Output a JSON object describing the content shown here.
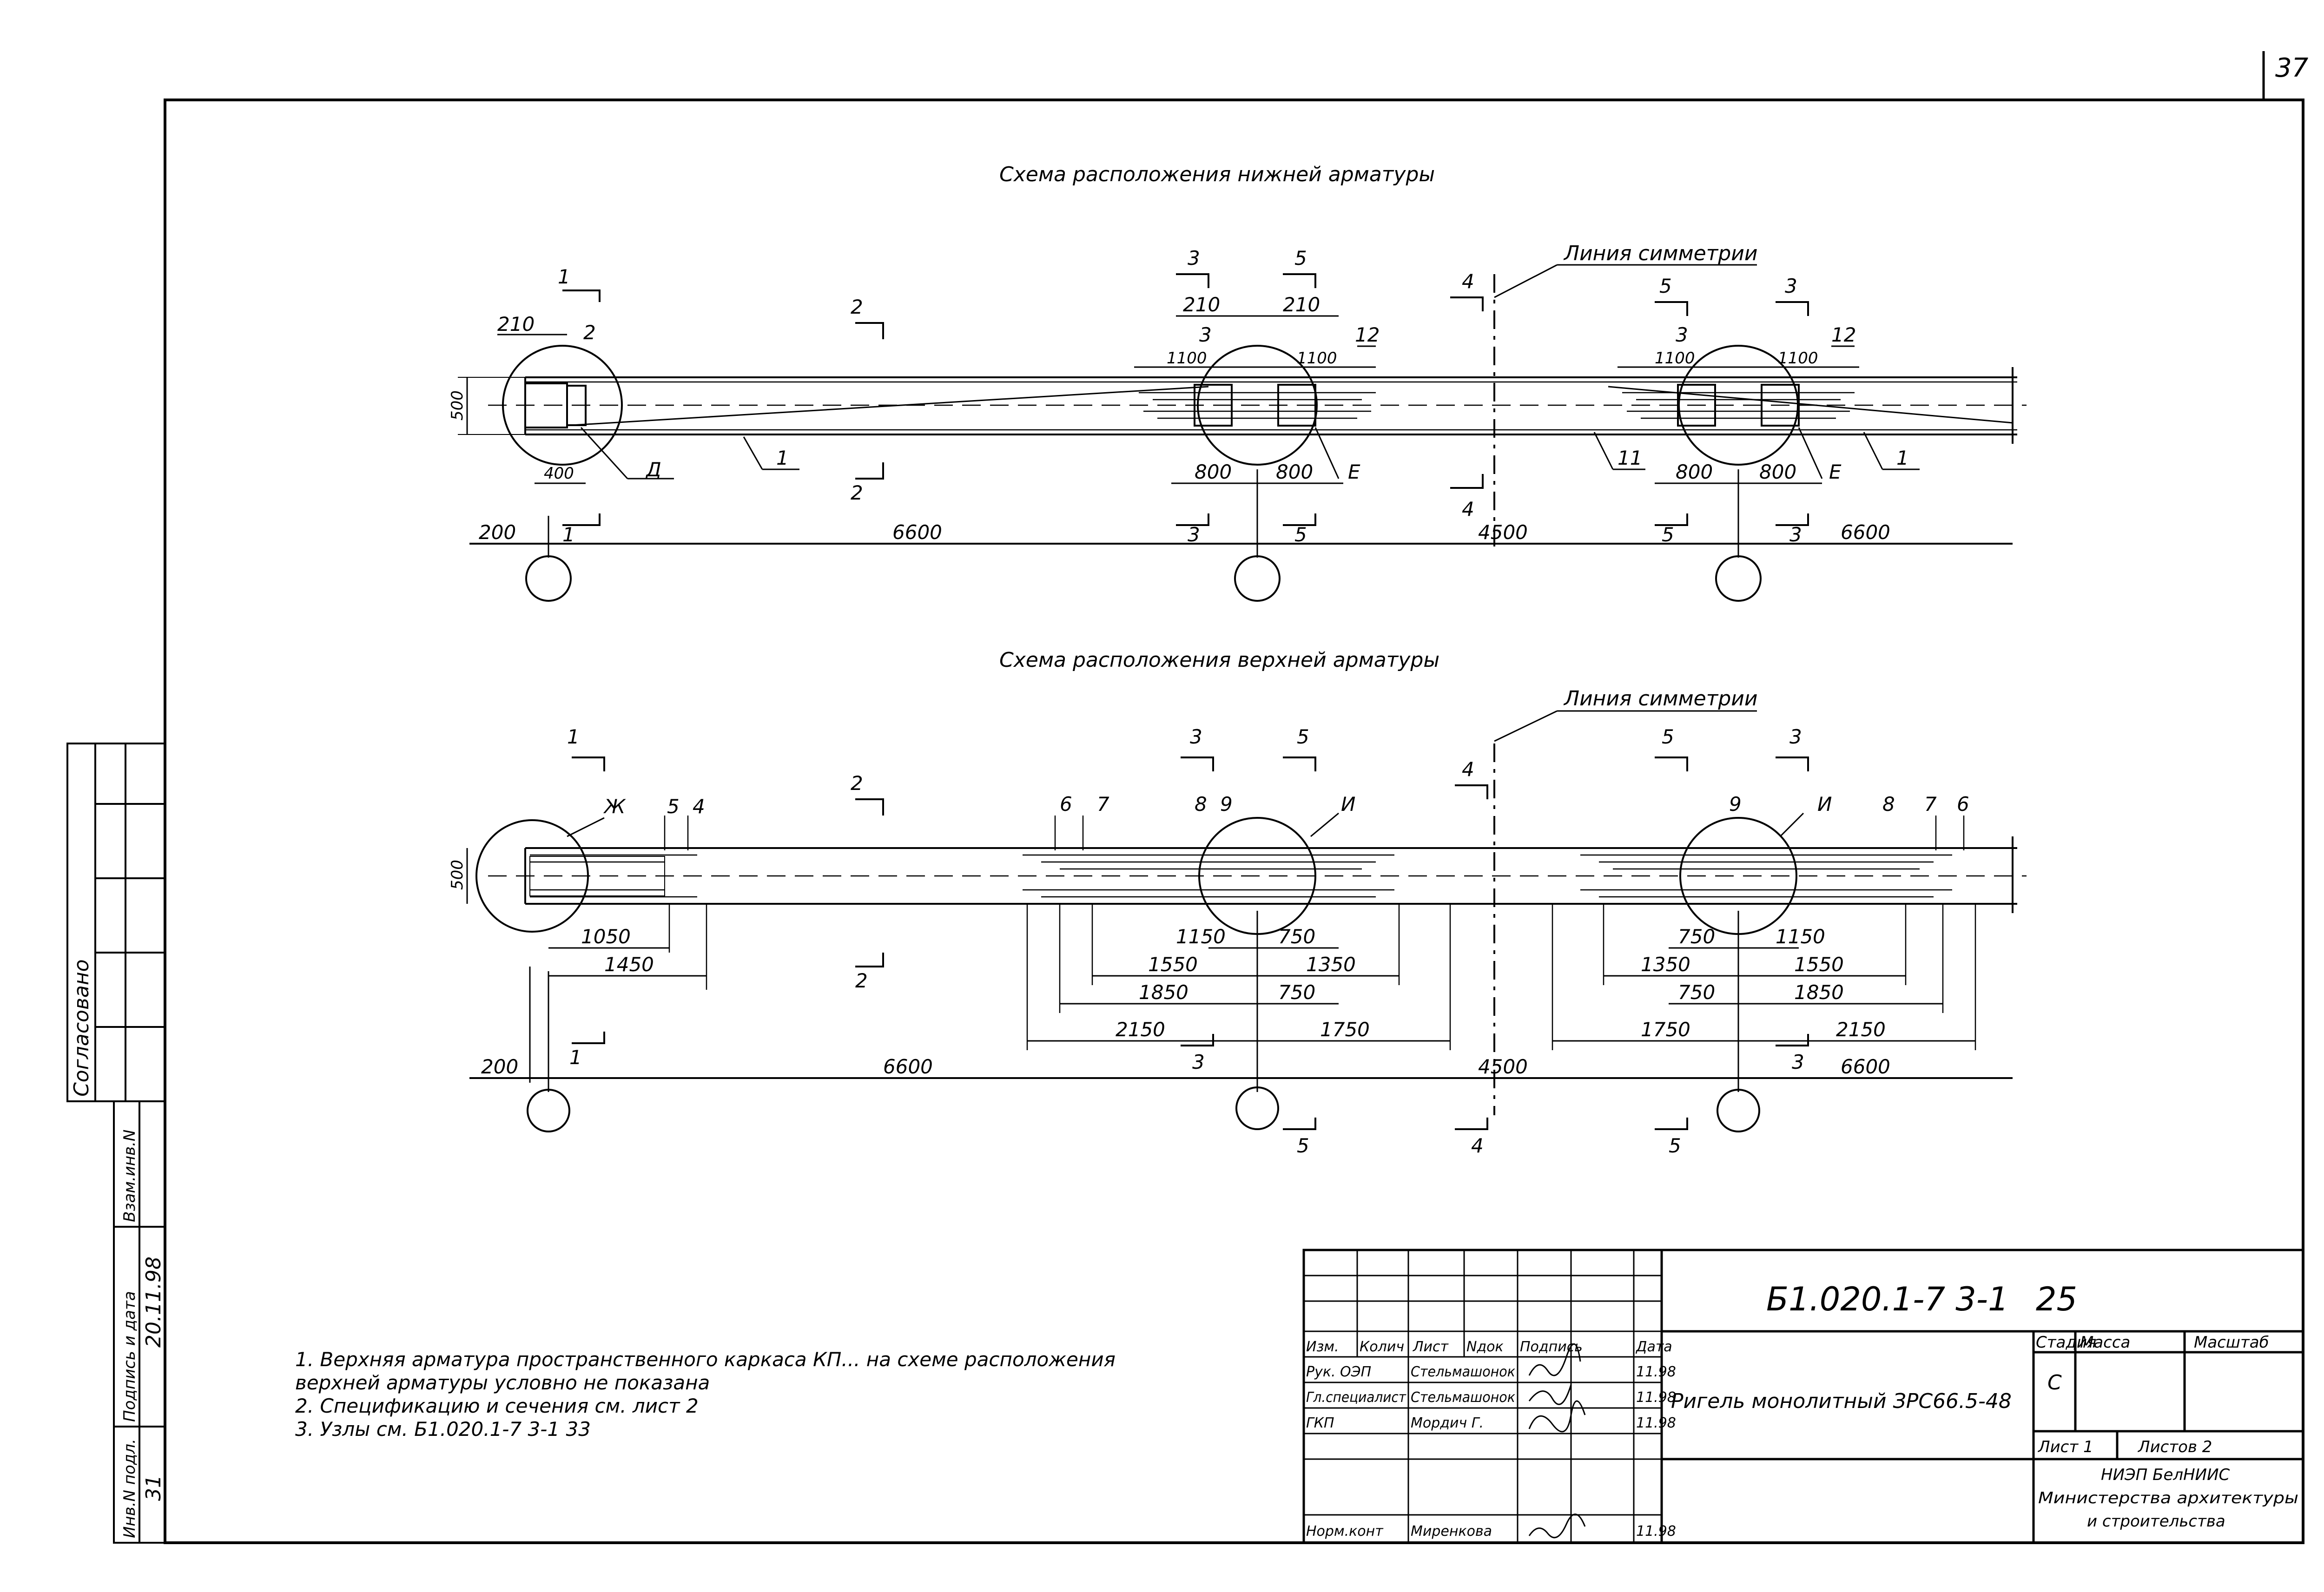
{
  "page_number": "37",
  "lower_scheme": {
    "title": "Схема расположения нижней арматуры",
    "symmetry_label": "Линия симметрии",
    "cut_labels": [
      "1",
      "1",
      "2",
      "2",
      "3",
      "3",
      "5",
      "5",
      "4",
      "4",
      "5",
      "5",
      "3",
      "3"
    ],
    "dims": {
      "d210a": "210",
      "d500": "500",
      "d400": "400",
      "d200": "200",
      "d6600a": "6600",
      "d210b": "210",
      "d210c": "210",
      "d1100a": "1100",
      "d1100b": "1100",
      "d800a": "800",
      "d800b": "800",
      "d4500": "4500",
      "d1100c": "1100",
      "d1100d": "1100",
      "d800c": "800",
      "d800d": "800",
      "d6600b": "6600"
    },
    "callouts": {
      "p2": "2",
      "p1a": "1",
      "pD": "Д",
      "p3a": "3",
      "p12a": "12",
      "pEa": "Е",
      "p3b": "3",
      "p12b": "12",
      "p11": "11",
      "pEb": "Е",
      "p1b": "1"
    }
  },
  "upper_scheme": {
    "title": "Схема расположения верхней арматуры",
    "symmetry_label": "Линия симметрии",
    "cut_labels": [
      "1",
      "1",
      "2",
      "2",
      "3",
      "3",
      "5",
      "5",
      "4",
      "4",
      "5",
      "5",
      "3",
      "3"
    ],
    "dims": {
      "d500": "500",
      "d1050": "1050",
      "d1450": "1450",
      "d200": "200",
      "d6600a": "6600",
      "d1150a": "1150",
      "d750a": "750",
      "d1550a": "1550",
      "d1350a": "1350",
      "d1850a": "1850",
      "d750b": "750",
      "d2150a": "2150",
      "d1750a": "1750",
      "d4500": "4500",
      "d750c": "750",
      "d1150b": "1150",
      "d1350b": "1350",
      "d1550b": "1550",
      "d750d": "750",
      "d1850b": "1850",
      "d1750b": "1750",
      "d2150b": "2150",
      "d6600b": "6600"
    },
    "callouts": {
      "pZh": "Ж",
      "p5": "5",
      "p4": "4",
      "p6a": "6",
      "p7a": "7",
      "p8a": "8",
      "p9a": "9",
      "pIa": "И",
      "p9b": "9",
      "pIb": "И",
      "p8b": "8",
      "p7b": "7",
      "p6b": "6"
    }
  },
  "notes": [
    "1. Верхняя арматура пространственного каркаса КП... на схеме расположения",
    "верхней арматуры условно не показана",
    "2. Спецификацию и сечения см. лист 2",
    "3. Узлы см. Б1.020.1-7 3-1 33"
  ],
  "side_stamp": {
    "agreed": "Согласовано",
    "inv_podl": "Инв.N подл.",
    "sign_date": "Подпись и дата",
    "vzam_inv": "Взам.инв.N",
    "inv_value": "31",
    "date_value": "20.11.98"
  },
  "title_block": {
    "code": "Б1.020.1-7 3-1",
    "sheet_ref": "25",
    "headers": [
      "Изм.",
      "Колич",
      "Лист",
      "Nдок",
      "Подпись",
      "Дата"
    ],
    "rows": [
      {
        "role": "Рук. ОЭП",
        "name": "Стельмашонок",
        "date": "11.98"
      },
      {
        "role": "Гл.специалист",
        "name": "Стельмашонок",
        "date": "11.98"
      },
      {
        "role": "ГКП",
        "name": "Мордич Г.",
        "date": "11.98"
      },
      {
        "role": "Норм.конт",
        "name": "Миренкова",
        "date": "11.98"
      }
    ],
    "product_name": "Ригель монолитный ЗРС66.5-48",
    "stage_header": "Стадия",
    "mass_header": "Масса",
    "scale_header": "Масштаб",
    "stage_value": "С",
    "sheet_label": "Лист 1",
    "sheets_label": "Листов 2",
    "org_line1": "НИЭП БелНИИС",
    "org_line2": "Министерства архитектуры",
    "org_line3": "и строительства"
  }
}
